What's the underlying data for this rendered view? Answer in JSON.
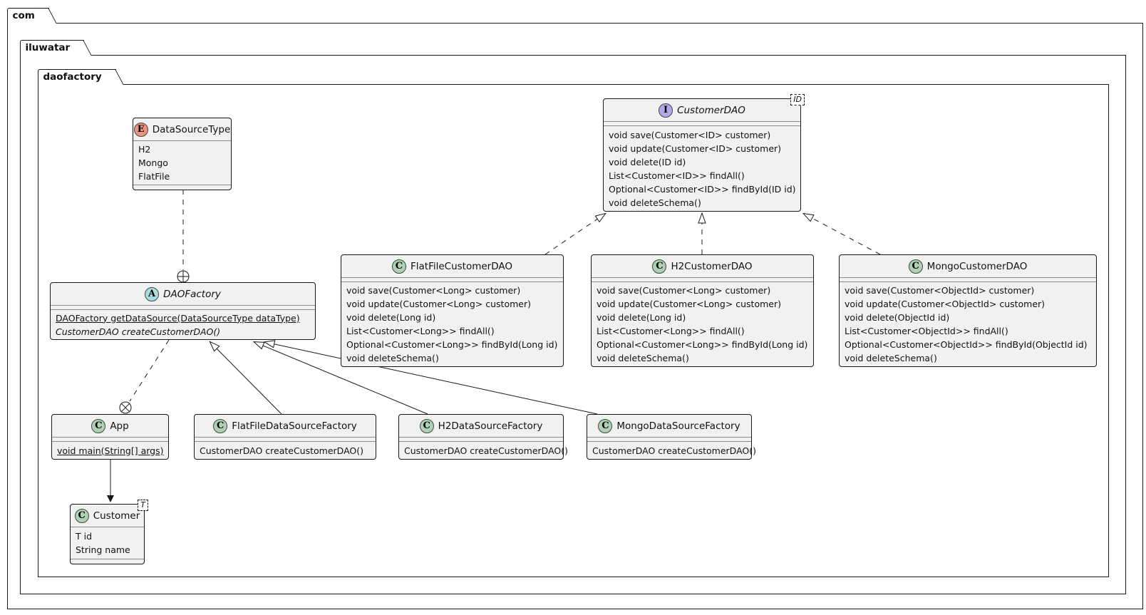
{
  "diagram_type": "uml-class-diagram",
  "packages": {
    "outer": "com",
    "middle": "iluwatar",
    "inner": "daofactory"
  },
  "colors": {
    "box_fill": "#F1F1F1",
    "border": "#181818",
    "enum_spot": "#EB937F",
    "class_spot": "#ADD1B2",
    "interface_spot": "#B4A7E5",
    "abstract_spot": "#A9DCDF"
  },
  "classes": {
    "data_source_type": {
      "icon_letter": "E",
      "name": "DataSourceType",
      "fields": [
        "H2",
        "Mongo",
        "FlatFile"
      ]
    },
    "customer_dao": {
      "icon_letter": "I",
      "name": "CustomerDAO",
      "generic": "ID",
      "methods": [
        "void save(Customer<ID> customer)",
        "void update(Customer<ID> customer)",
        "void delete(ID id)",
        "List<Customer<ID>> findAll()",
        "Optional<Customer<ID>> findById(ID id)",
        "void deleteSchema()"
      ]
    },
    "flat_file_customer_dao": {
      "icon_letter": "C",
      "name": "FlatFileCustomerDAO",
      "methods": [
        "void save(Customer<Long> customer)",
        "void update(Customer<Long> customer)",
        "void delete(Long id)",
        "List<Customer<Long>> findAll()",
        "Optional<Customer<Long>> findById(Long id)",
        "void deleteSchema()"
      ]
    },
    "h2_customer_dao": {
      "icon_letter": "C",
      "name": "H2CustomerDAO",
      "methods": [
        "void save(Customer<Long> customer)",
        "void update(Customer<Long> customer)",
        "void delete(Long id)",
        "List<Customer<Long>> findAll()",
        "Optional<Customer<Long>> findById(Long id)",
        "void deleteSchema()"
      ]
    },
    "mongo_customer_dao": {
      "icon_letter": "C",
      "name": "MongoCustomerDAO",
      "methods": [
        "void save(Customer<ObjectId> customer)",
        "void update(Customer<ObjectId> customer)",
        "void delete(ObjectId id)",
        "List<Customer<ObjectId>> findAll()",
        "Optional<Customer<ObjectId>> findById(ObjectId id)",
        "void deleteSchema()"
      ]
    },
    "dao_factory": {
      "icon_letter": "A",
      "name": "DAOFactory",
      "methods": [
        "DAOFactory getDataSource(DataSourceType dataType)",
        "CustomerDAO createCustomerDAO()"
      ]
    },
    "app": {
      "icon_letter": "C",
      "name": "App",
      "methods": [
        "void main(String[] args)"
      ]
    },
    "flat_file_data_source_factory": {
      "icon_letter": "C",
      "name": "FlatFileDataSourceFactory",
      "methods": [
        "CustomerDAO createCustomerDAO()"
      ]
    },
    "h2_data_source_factory": {
      "icon_letter": "C",
      "name": "H2DataSourceFactory",
      "methods": [
        "CustomerDAO createCustomerDAO()"
      ]
    },
    "mongo_data_source_factory": {
      "icon_letter": "C",
      "name": "MongoDataSourceFactory",
      "methods": [
        "CustomerDAO createCustomerDAO()"
      ]
    },
    "customer": {
      "icon_letter": "C",
      "name": "Customer",
      "generic": "T",
      "fields": [
        "T id",
        "String name"
      ]
    }
  },
  "relationships": [
    {
      "from": "DataSourceType",
      "to": "DAOFactory",
      "type": "nested-anchor (dashed line, circle-plus on DAOFactory)"
    },
    {
      "from": "FlatFileCustomerDAO",
      "to": "CustomerDAO",
      "type": "realization (dashed, hollow triangle)"
    },
    {
      "from": "H2CustomerDAO",
      "to": "CustomerDAO",
      "type": "realization (dashed, hollow triangle)"
    },
    {
      "from": "MongoCustomerDAO",
      "to": "CustomerDAO",
      "type": "realization (dashed, hollow triangle)"
    },
    {
      "from": "FlatFileDataSourceFactory",
      "to": "DAOFactory",
      "type": "extension (solid, hollow triangle)"
    },
    {
      "from": "H2DataSourceFactory",
      "to": "DAOFactory",
      "type": "extension (solid, hollow triangle)"
    },
    {
      "from": "MongoDataSourceFactory",
      "to": "DAOFactory",
      "type": "extension (solid, hollow triangle)"
    },
    {
      "from": "DAOFactory",
      "to": "App",
      "type": "dashed link with circle-cross anchor on App"
    },
    {
      "from": "App",
      "to": "Customer",
      "type": "directed association (solid arrow)"
    }
  ]
}
